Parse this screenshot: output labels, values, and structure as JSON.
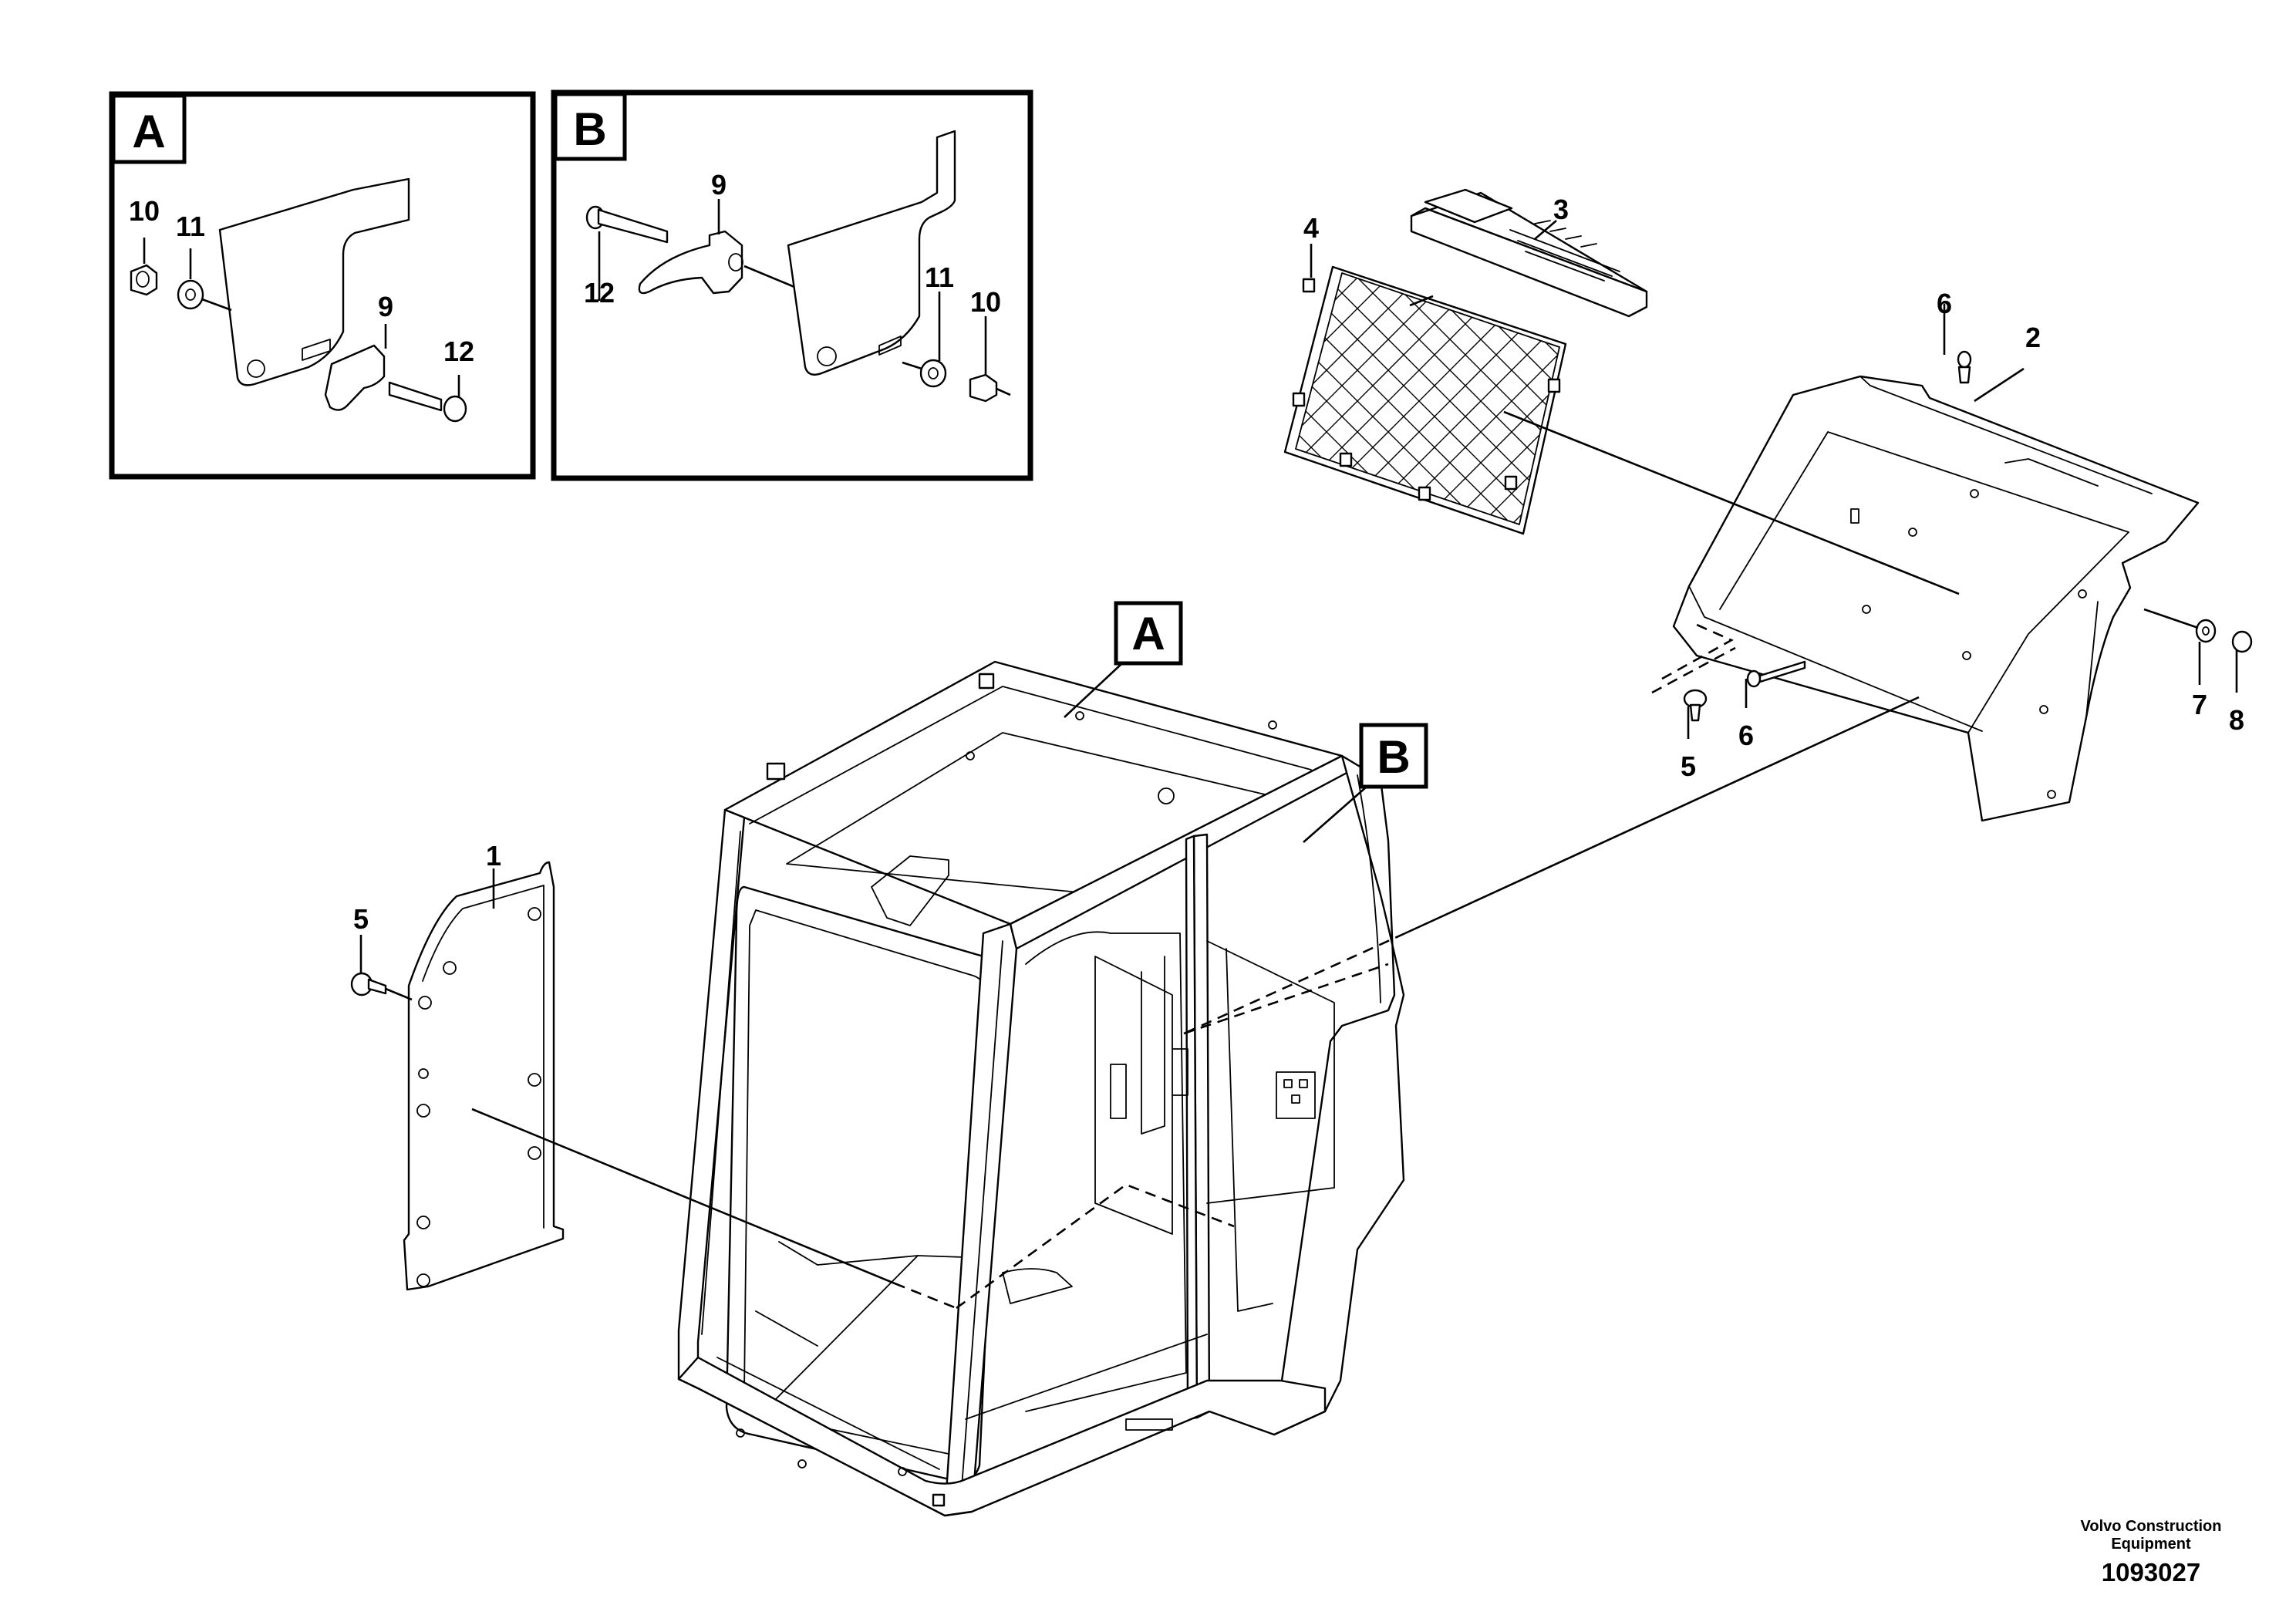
{
  "diagram": {
    "detail_views": [
      {
        "label": "A",
        "callouts": [
          "10",
          "11",
          "9",
          "12"
        ]
      },
      {
        "label": "B",
        "callouts": [
          "9",
          "12",
          "11",
          "10"
        ]
      }
    ],
    "view_tags": [
      "A",
      "B"
    ],
    "callouts": {
      "c1": "1",
      "c2": "2",
      "c3": "3",
      "c4": "4",
      "c5a": "5",
      "c5b": "5",
      "c6a": "6",
      "c6b": "6",
      "c7": "7",
      "c8": "8"
    }
  },
  "footer": {
    "company": "Volvo Construction Equipment",
    "number": "1093027"
  }
}
